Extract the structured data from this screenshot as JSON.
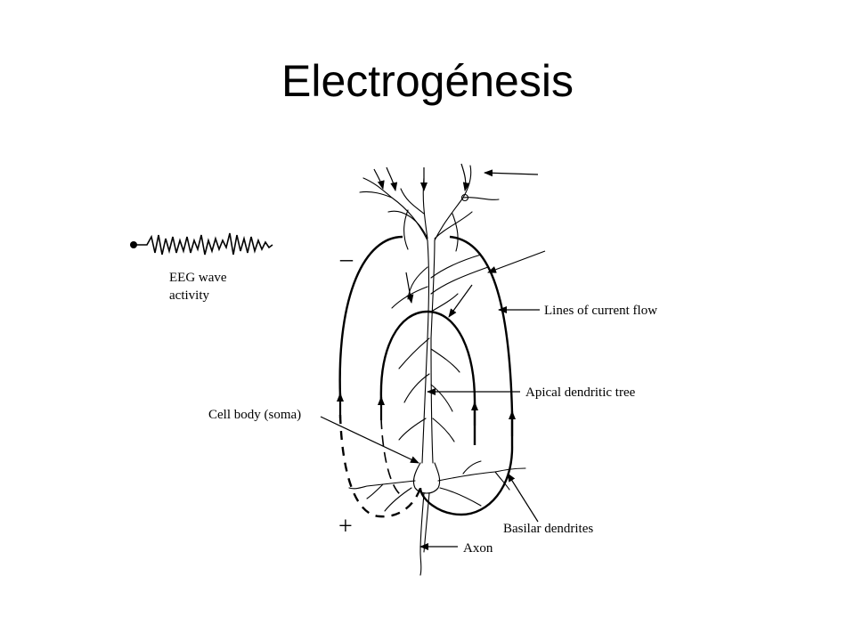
{
  "title": "Electrogénesis",
  "diagram": {
    "labels": {
      "eeg_line1": "EEG wave",
      "eeg_line2": "activity",
      "current_flow": "Lines of current flow",
      "apical": "Apical dendritic tree",
      "soma": "Cell body (soma)",
      "basilar": "Basilar dendrites",
      "axon": "Axon",
      "minus": "_",
      "plus": "+"
    }
  }
}
